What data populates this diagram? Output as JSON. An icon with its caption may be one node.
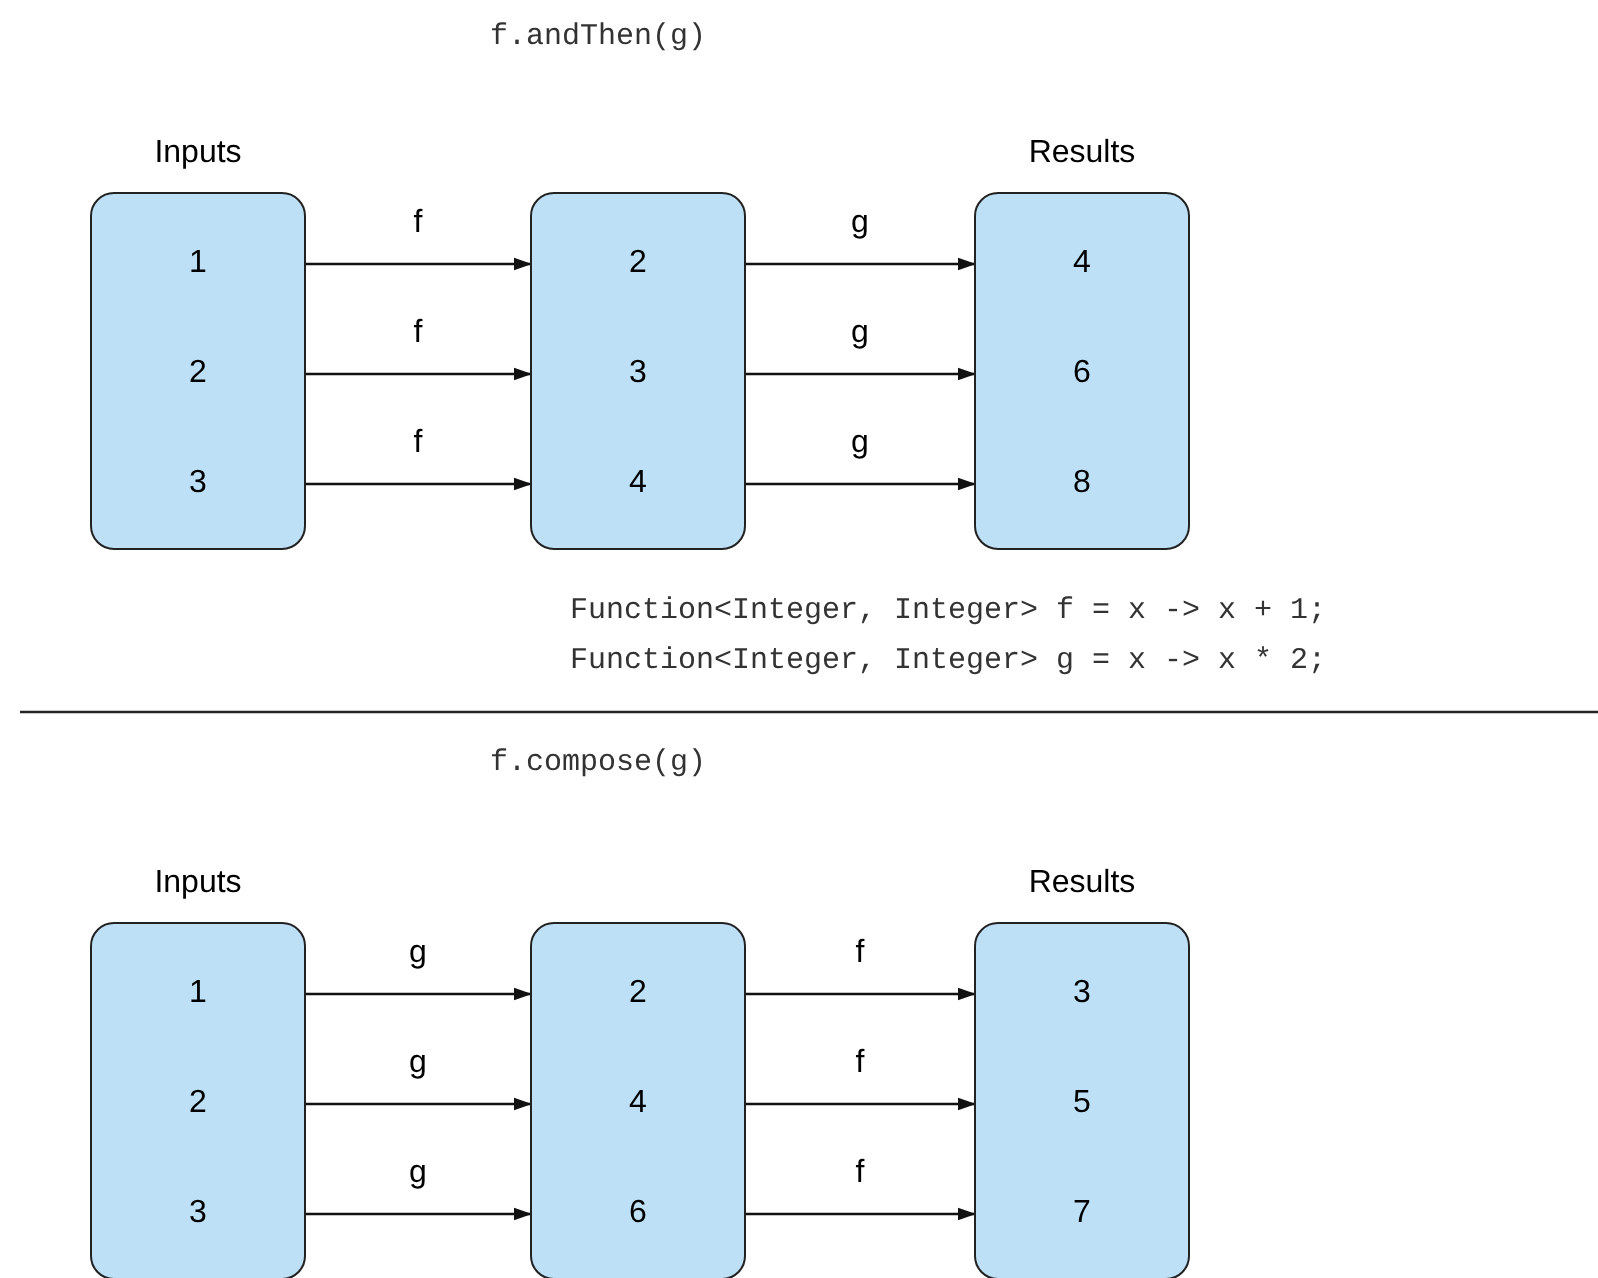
{
  "diagram": {
    "nodes": [
      {
        "text": [
          "Inputs"
        ]
      },
      {
        "text": [
          "1"
        ],
        "in": 0
      },
      {
        "text": [
          "2"
        ],
        "in": 0
      },
      {
        "text": [
          "3"
        ],
        "in": 0
      },
      {
        "text": [],
        "shape": "box"
      },
      {
        "text": [
          "2"
        ],
        "in": 4
      },
      {
        "text": [
          "3"
        ],
        "in": 4
      },
      {
        "text": [
          "4"
        ],
        "in": 4
      },
      {
        "text": [
          "Results"
        ]
      },
      {
        "text": [
          "4"
        ],
        "in": 8
      },
      {
        "text": [
          "6"
        ],
        "in": 8
      },
      {
        "text": [
          "8"
        ],
        "in": 8
      },
      {
        "text": [
          "Inputs"
        ]
      },
      {
        "text": [
          "1"
        ],
        "in": 12
      },
      {
        "text": [
          "2"
        ],
        "in": 12
      },
      {
        "text": [
          "3"
        ],
        "in": 12
      },
      {
        "text": [],
        "shape": "box"
      },
      {
        "text": [
          "2"
        ],
        "in": 16
      },
      {
        "text": [
          "4"
        ],
        "in": 16
      },
      {
        "text": [
          "6"
        ],
        "in": 16
      },
      {
        "text": [
          "Results"
        ]
      },
      {
        "text": [
          "3"
        ],
        "in": 20
      },
      {
        "text": [
          "5"
        ],
        "in": 20
      },
      {
        "text": [
          "7"
        ],
        "in": 20
      }
    ],
    "edges": [
      {
        "from": 1,
        "to": 5,
        "label": "f",
        "arrow": "to"
      },
      {
        "from": 2,
        "to": 6,
        "label": "f",
        "arrow": "to"
      },
      {
        "from": 3,
        "to": 7,
        "label": "f",
        "arrow": "to"
      },
      {
        "from": 5,
        "to": 9,
        "label": "g",
        "arrow": "to"
      },
      {
        "from": 6,
        "to": 10,
        "label": "g",
        "arrow": "to"
      },
      {
        "from": 7,
        "to": 11,
        "label": "g",
        "arrow": "to"
      },
      {
        "from": 13,
        "to": 17,
        "label": "g",
        "arrow": "to"
      },
      {
        "from": 14,
        "to": 18,
        "label": "g",
        "arrow": "to"
      },
      {
        "from": 15,
        "to": 19,
        "label": "g",
        "arrow": "to"
      },
      {
        "from": 17,
        "to": 21,
        "label": "f",
        "arrow": "to"
      },
      {
        "from": 18,
        "to": 22,
        "label": "f",
        "arrow": "to"
      },
      {
        "from": 19,
        "to": 23,
        "label": "f",
        "arrow": "to"
      }
    ],
    "labels": [
      "f.andThen(g)",
      "Function<Integer, Integer> f = x -> x + 1;",
      "Function<Integer, Integer> g = x -> x * 2;",
      "f.compose(g)"
    ]
  }
}
